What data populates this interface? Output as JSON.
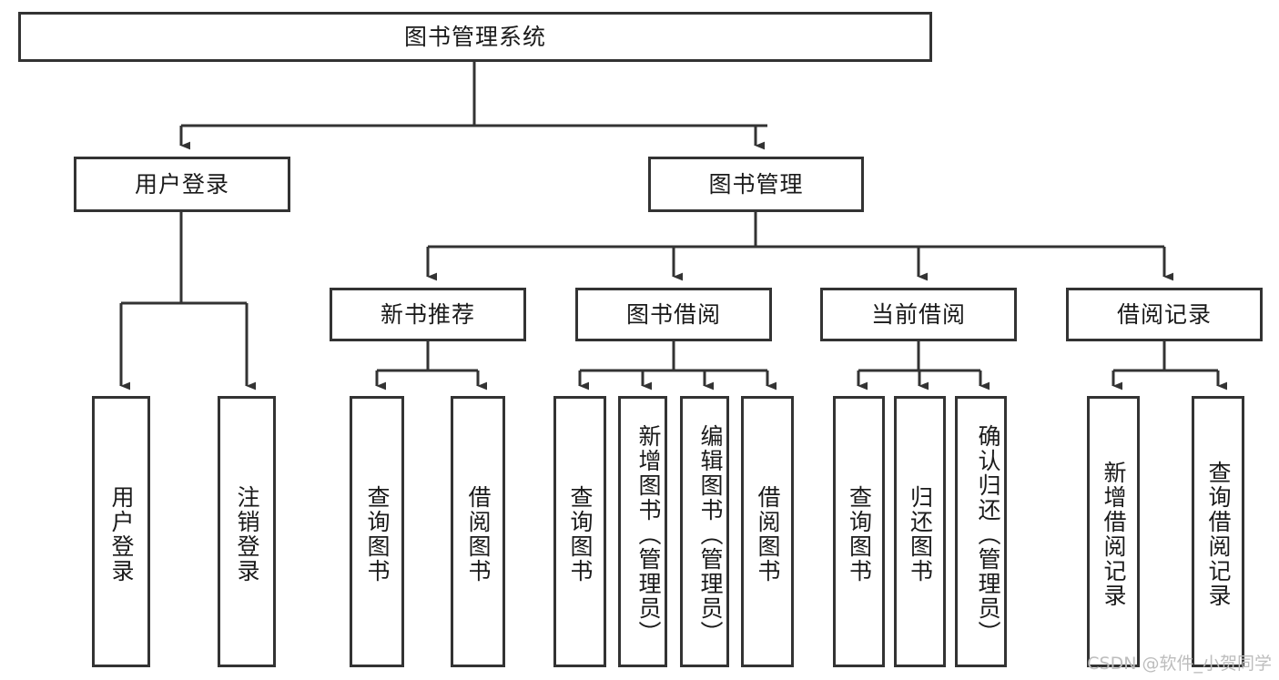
{
  "diagram": {
    "type": "tree-hierarchy-chart",
    "title": "图书管理系统",
    "line_color": "#333333",
    "box_fill": "#ffffff",
    "text_color": "#1a1a1a",
    "root": {
      "id": "root",
      "label": "图书管理系统"
    },
    "level2": [
      {
        "id": "user-login",
        "label": "用户登录"
      },
      {
        "id": "book-manage",
        "label": "图书管理"
      }
    ],
    "level3": [
      {
        "id": "new-book-recommend",
        "label": "新书推荐",
        "parent": "book-manage"
      },
      {
        "id": "book-borrow",
        "label": "图书借阅",
        "parent": "book-manage"
      },
      {
        "id": "current-borrow",
        "label": "当前借阅",
        "parent": "book-manage"
      },
      {
        "id": "borrow-record",
        "label": "借阅记录",
        "parent": "book-manage"
      }
    ],
    "leaves": [
      {
        "id": "leaf-user-login",
        "label": "用户登录",
        "parent": "user-login"
      },
      {
        "id": "leaf-user-logout",
        "label": "注销登录",
        "parent": "user-login"
      },
      {
        "id": "leaf-query-book-1",
        "label": "查询图书",
        "parent": "new-book-recommend"
      },
      {
        "id": "leaf-borrow-book-1",
        "label": "借阅图书",
        "parent": "new-book-recommend"
      },
      {
        "id": "leaf-query-book-2",
        "label": "查询图书",
        "parent": "book-borrow"
      },
      {
        "id": "leaf-add-book",
        "label": "新增图书（管理员）",
        "parent": "book-borrow"
      },
      {
        "id": "leaf-edit-book",
        "label": "编辑图书（管理员）",
        "parent": "book-borrow"
      },
      {
        "id": "leaf-borrow-book-2",
        "label": "借阅图书",
        "parent": "book-borrow"
      },
      {
        "id": "leaf-query-book-3",
        "label": "查询图书",
        "parent": "current-borrow"
      },
      {
        "id": "leaf-return-book",
        "label": "归还图书",
        "parent": "current-borrow"
      },
      {
        "id": "leaf-confirm-return",
        "label": "确认归还（管理员）",
        "parent": "current-borrow"
      },
      {
        "id": "leaf-add-record",
        "label": "新增借阅记录",
        "parent": "borrow-record"
      },
      {
        "id": "leaf-query-record",
        "label": "查询借阅记录",
        "parent": "borrow-record"
      }
    ],
    "watermark": "CSDN @软件_小贺同学"
  }
}
